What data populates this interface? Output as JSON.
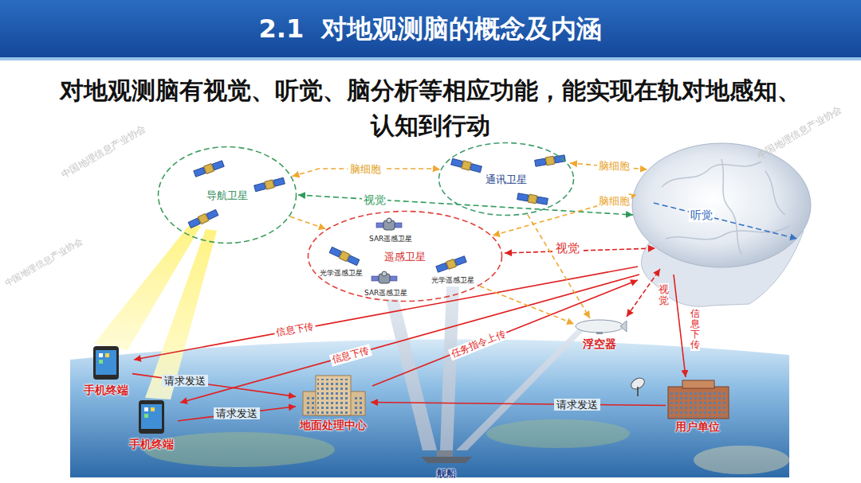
{
  "diagram": {
    "title": "2.1  对地观测脑的概念及内涵",
    "caption": "对地观测脑有视觉、听觉、脑分析等相应功能，能实现在轨对地感知、认知到行动",
    "nodes": [
      {
        "text": [
          "导航卫星"
        ]
      },
      {
        "text": [
          "通讯卫星"
        ]
      },
      {
        "text": [
          "遥感卫星"
        ]
      },
      {
        "text": [
          "手机终端"
        ]
      },
      {
        "text": [
          "手机终端"
        ]
      },
      {
        "text": [
          "地面处理中心"
        ]
      },
      {
        "text": [
          "舰船"
        ]
      },
      {
        "text": [
          "浮空器"
        ]
      },
      {
        "text": [
          "用户单位"
        ]
      }
    ],
    "edges": [
      {
        "from": 0,
        "to": 1,
        "arrow": "both",
        "label": "脑细胞"
      },
      {
        "from": 0,
        "to": 2,
        "arrow": "to"
      },
      {
        "from": 1,
        "to": 7,
        "arrow": "to"
      },
      {
        "from": 2,
        "to": 7,
        "arrow": "to"
      },
      {
        "from": 3,
        "to": 5,
        "arrow": "to",
        "label": "请求发送"
      },
      {
        "from": 4,
        "to": 5,
        "arrow": "to",
        "label": "请求发送"
      },
      {
        "from": 8,
        "to": 5,
        "arrow": "to",
        "label": "请求发送"
      }
    ],
    "labels": [
      "SAR遥感卫星",
      "光学遥感卫星",
      "SAR遥感卫星",
      "光学遥感卫星",
      "视觉",
      "脑细胞",
      "听觉",
      "脑细胞",
      "视觉",
      "视觉",
      "信息下传",
      "信息下传",
      "任务指令上传",
      "信息下传",
      "中国地理信息产业协会",
      "中国地理信息产业协会",
      "中国地理信息产业协会"
    ]
  }
}
